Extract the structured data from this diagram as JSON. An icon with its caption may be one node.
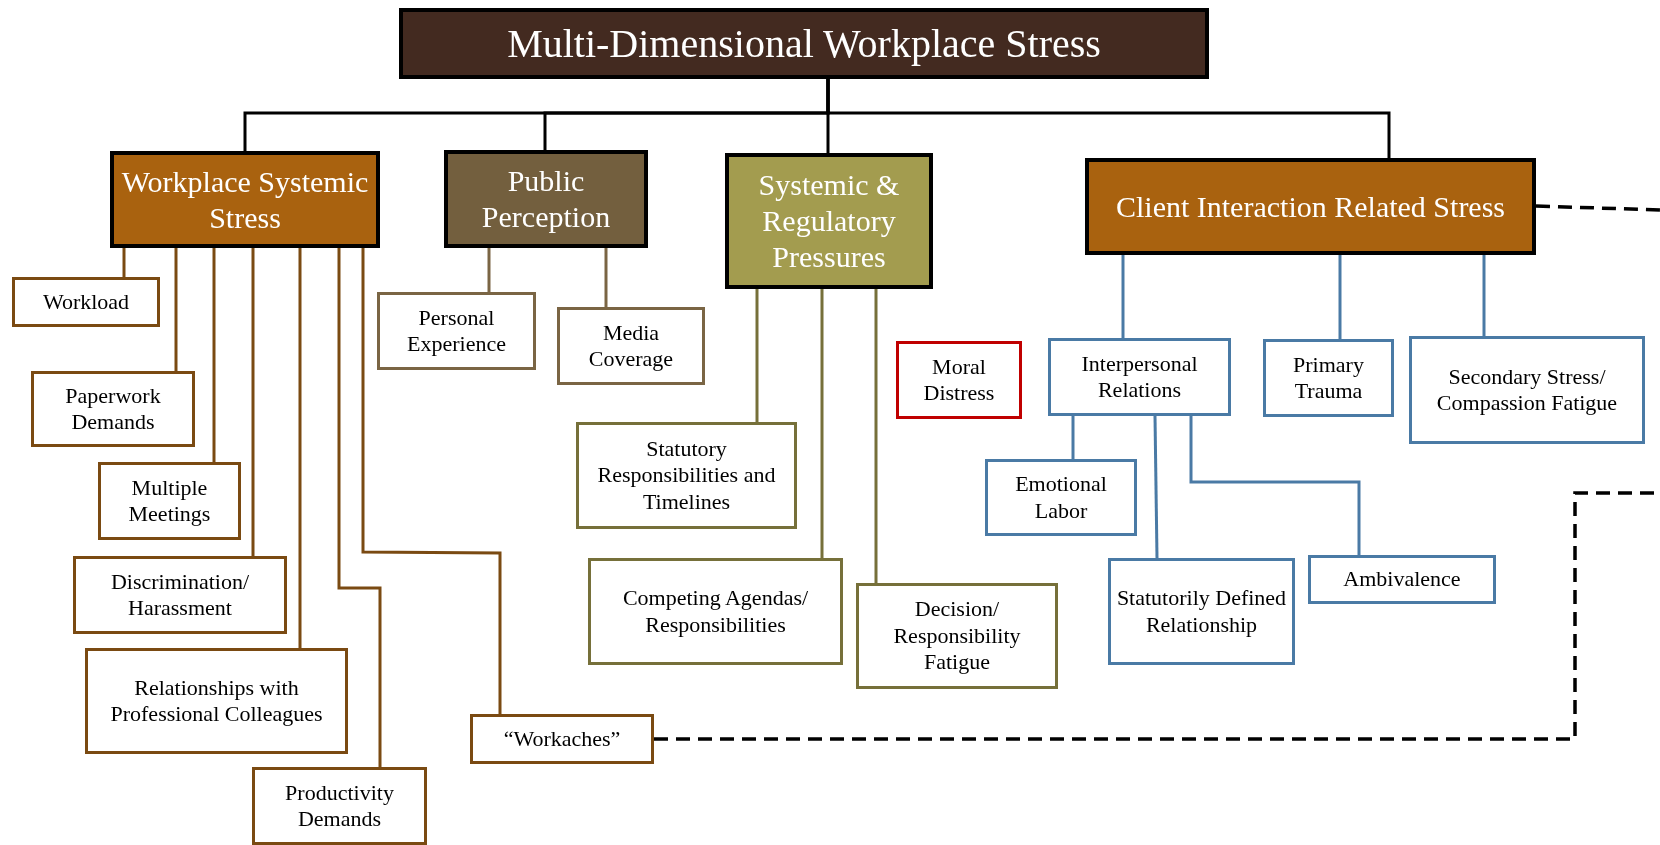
{
  "diagram": {
    "nodes": [
      {
        "text": [
          "Multi-Dimensional Workplace Stress"
        ]
      },
      {
        "text": [
          "Workplace Systemic Stress"
        ]
      },
      {
        "text": [
          "Public Perception"
        ]
      },
      {
        "text": [
          "Systemic & Regulatory Pressures"
        ]
      },
      {
        "text": [
          "Client Interaction Related Stress"
        ]
      },
      {
        "text": [
          "Workload"
        ]
      },
      {
        "text": [
          "Personal Experience"
        ]
      },
      {
        "text": [
          "Media Coverage"
        ]
      },
      {
        "text": [
          "Moral Distress"
        ]
      },
      {
        "text": [
          "Interpersonal Relations"
        ]
      },
      {
        "text": [
          "Primary Trauma"
        ]
      },
      {
        "text": [
          "Secondary Stress/ Compassion Fatigue"
        ]
      },
      {
        "text": [
          "Paperwork Demands"
        ]
      },
      {
        "text": [
          "Statutory Responsibilities and Timelines"
        ]
      },
      {
        "text": [
          "Emotional Labor"
        ]
      },
      {
        "text": [
          "Multiple Meetings"
        ]
      },
      {
        "text": [
          "Discrimination/ Harassment"
        ]
      },
      {
        "text": [
          "Competing Agendas/ Responsibilities"
        ]
      },
      {
        "text": [
          "Statutorily Defined Relationship"
        ]
      },
      {
        "text": [
          "Ambivalence"
        ]
      },
      {
        "text": [
          "Decision/ Responsibility Fatigue"
        ]
      },
      {
        "text": [
          "Relationships with Professional Colleagues"
        ]
      },
      {
        "text": [
          "“Workaches”"
        ]
      },
      {
        "text": [
          "Productivity Demands"
        ]
      }
    ],
    "edges": [
      {
        "from": 0,
        "to": 1,
        "arrow": "none",
        "color": "#000000"
      },
      {
        "from": 0,
        "to": 2,
        "arrow": "none",
        "color": "#000000"
      },
      {
        "from": 0,
        "to": 3,
        "arrow": "none",
        "color": "#000000"
      },
      {
        "from": 0,
        "to": 4,
        "arrow": "none",
        "color": "#000000"
      },
      {
        "from": 1,
        "to": 5,
        "arrow": "none"
      },
      {
        "from": 1,
        "to": 12,
        "arrow": "none"
      },
      {
        "from": 1,
        "to": 15,
        "arrow": "none"
      },
      {
        "from": 1,
        "to": 16,
        "arrow": "none"
      },
      {
        "from": 1,
        "to": 21,
        "arrow": "none"
      },
      {
        "from": 1,
        "to": 23,
        "arrow": "none"
      },
      {
        "from": 1,
        "to": 22,
        "arrow": "none"
      },
      {
        "from": 2,
        "to": 6,
        "arrow": "none",
        "color": "#7a6544"
      },
      {
        "from": 2,
        "to": 7,
        "arrow": "none",
        "color": "#7a6544"
      },
      {
        "from": 3,
        "to": 13,
        "arrow": "none",
        "color": "#76703a"
      },
      {
        "from": 3,
        "to": 17,
        "arrow": "none",
        "color": "#76703a"
      },
      {
        "from": 3,
        "to": 20,
        "arrow": "none",
        "color": "#76703a"
      },
      {
        "from": 4,
        "to": 9,
        "arrow": "none",
        "color": "#4a7aa5"
      },
      {
        "from": 4,
        "to": 10,
        "arrow": "none",
        "color": "#4a7aa5"
      },
      {
        "from": 4,
        "to": 11,
        "arrow": "none",
        "color": "#4a7aa5"
      },
      {
        "from": 9,
        "to": 14,
        "arrow": "none",
        "color": "#4a7aa5"
      },
      {
        "from": 9,
        "to": 18,
        "arrow": "none",
        "color": "#4a7aa5"
      },
      {
        "from": 9,
        "to": 19,
        "arrow": "none",
        "color": "#4a7aa5"
      },
      {
        "from": 4,
        "to": null,
        "arrow": "none",
        "style": "dashed",
        "color": "#000000"
      },
      {
        "from": 22,
        "to": null,
        "arrow": "none",
        "style": "dashed",
        "color": "#000000"
      }
    ]
  }
}
